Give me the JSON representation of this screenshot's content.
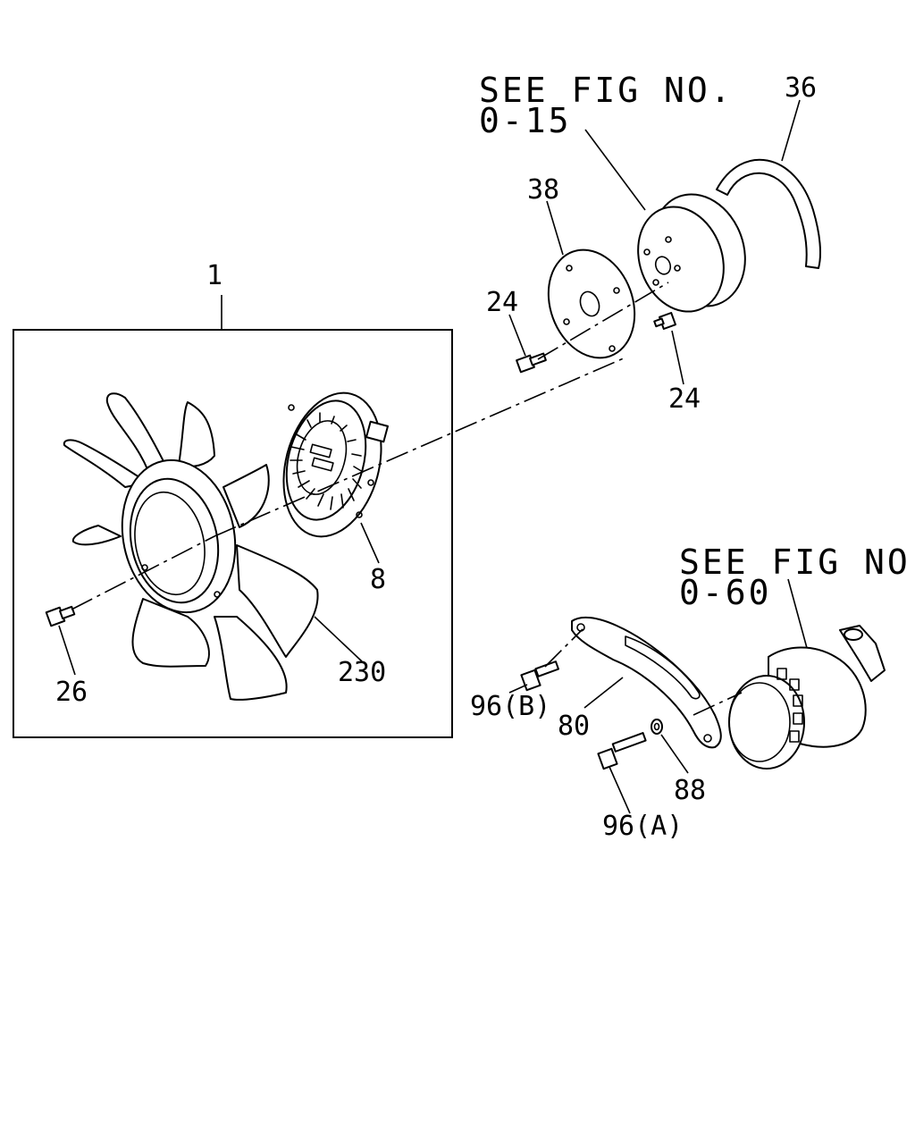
{
  "references": {
    "pulley_ref_line1": "SEE FIG NO.",
    "pulley_ref_line2": "0-15",
    "pump_ref_line1": "SEE FIG NO.",
    "pump_ref_line2": "0-60"
  },
  "callouts": {
    "fan_assembly": "1",
    "fan_clutch": "8",
    "fan_blade": "230",
    "fan_bolt": "26",
    "pulley_bolt_left": "24",
    "pulley_bolt_right": "24",
    "spacer_plate": "38",
    "belt": "36",
    "bracket": "80",
    "washer": "88",
    "bolt_b": "96(B)",
    "bolt_a": "96(A)"
  },
  "icons": [
    "fan-blade-icon",
    "fan-clutch-icon",
    "pulley-icon",
    "belt-icon",
    "plate-icon",
    "bolt-icon",
    "washer-icon",
    "bracket-icon",
    "pump-icon"
  ]
}
